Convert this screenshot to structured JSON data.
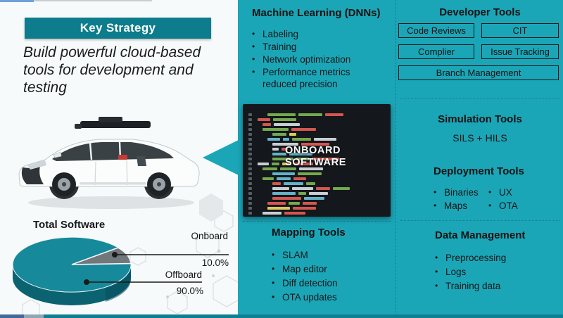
{
  "theme": {
    "column_teal": "#1ba6b7",
    "banner_teal": "#0d7c8c",
    "code_bg": "#14171c"
  },
  "left_panel": {
    "banner": "Key Strategy",
    "headline": "Build powerful cloud-based tools for development and testing"
  },
  "chart_data": {
    "type": "pie",
    "title": "Total Software",
    "labels": [
      "Onboard",
      "Offboard"
    ],
    "values": [
      10.0,
      90.0
    ],
    "value_labels": [
      "10.0%",
      "90.0%"
    ],
    "colors": [
      "#70787b",
      "#16899b"
    ],
    "style": "3d-pie, gray minority slice at upper right, black leader lines with dots, labels right-aligned"
  },
  "middle_column": {
    "machine_learning": {
      "title": "Machine Learning (DNNs)",
      "bullets": [
        "Labeling",
        "Training",
        "Network optimization",
        "Performance metrics\nreduced precision"
      ]
    },
    "onboard_software_label": "ONBOARD\nSOFTWARE",
    "mapping_tools": {
      "title": "Mapping Tools",
      "bullets": [
        "SLAM",
        "Map editor",
        "Diff detection",
        "OTA updates"
      ]
    }
  },
  "right_column": {
    "developer_tools": {
      "title": "Developer Tools",
      "buttons": [
        "Code Reviews",
        "CIT",
        "Complier",
        "Issue Tracking",
        "Branch Management"
      ]
    },
    "simulation_tools": {
      "title": "Simulation Tools",
      "subtitle": "SILS + HILS"
    },
    "deployment_tools": {
      "title": "Deployment Tools",
      "bullets_col1": [
        "Binaries",
        "Maps"
      ],
      "bullets_col2": [
        "UX",
        "OTA"
      ]
    },
    "data_management": {
      "title": "Data Management",
      "bullets": [
        "Preprocessing",
        "Logs",
        "Training data"
      ]
    }
  }
}
